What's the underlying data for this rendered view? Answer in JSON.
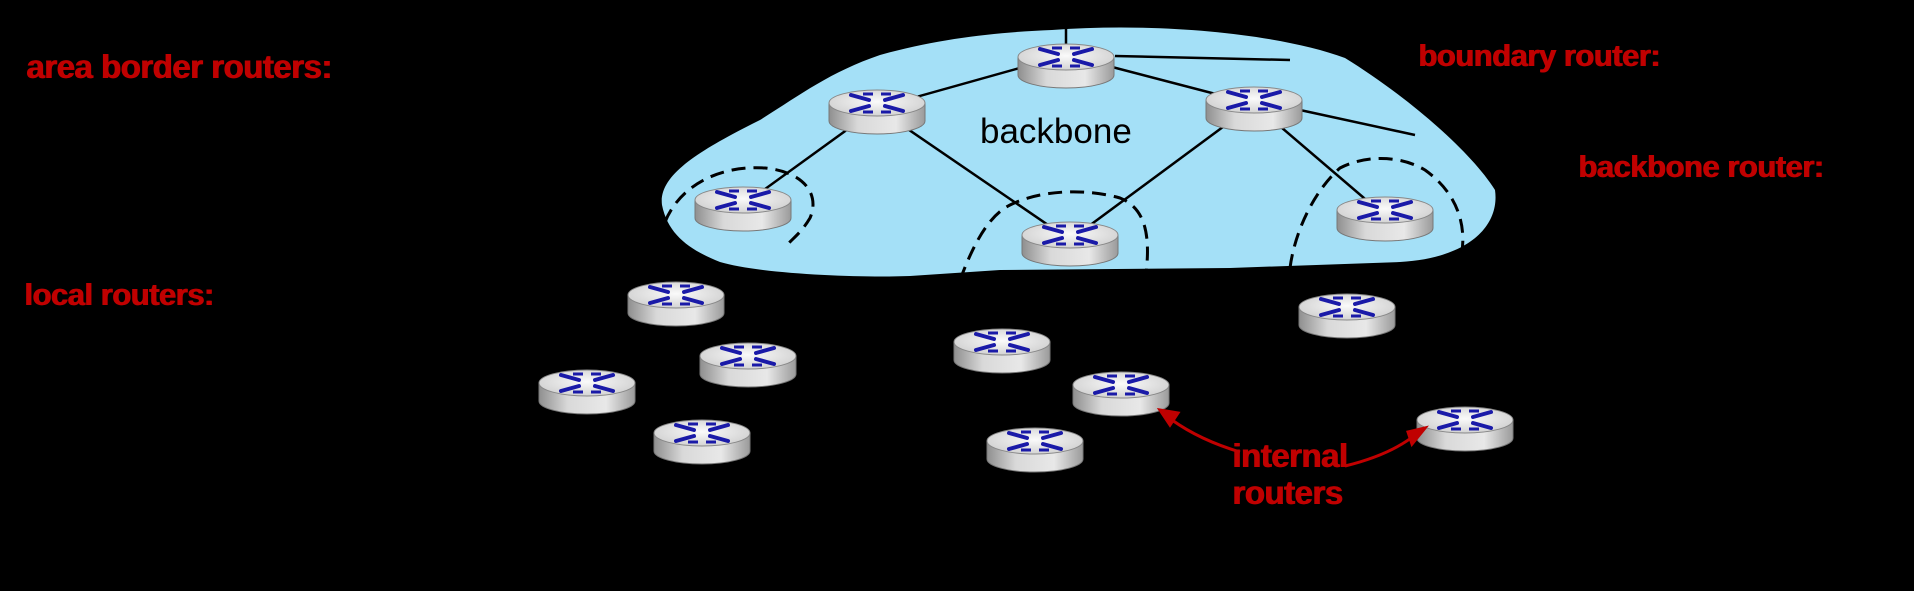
{
  "labels": {
    "area_border_routers": "area border routers:",
    "boundary_router": "boundary router:",
    "backbone_router": "backbone router:",
    "local_routers": "local routers:",
    "internal_routers_line1": "internal",
    "internal_routers_line2": "routers",
    "backbone": "backbone"
  },
  "colors": {
    "background": "#000000",
    "backbone_area": "#a4e0f7",
    "label_red": "#c00000",
    "router_top": "#e6e6e6",
    "router_side": "#b3b3b3",
    "router_icon": "#1a1aa8"
  }
}
